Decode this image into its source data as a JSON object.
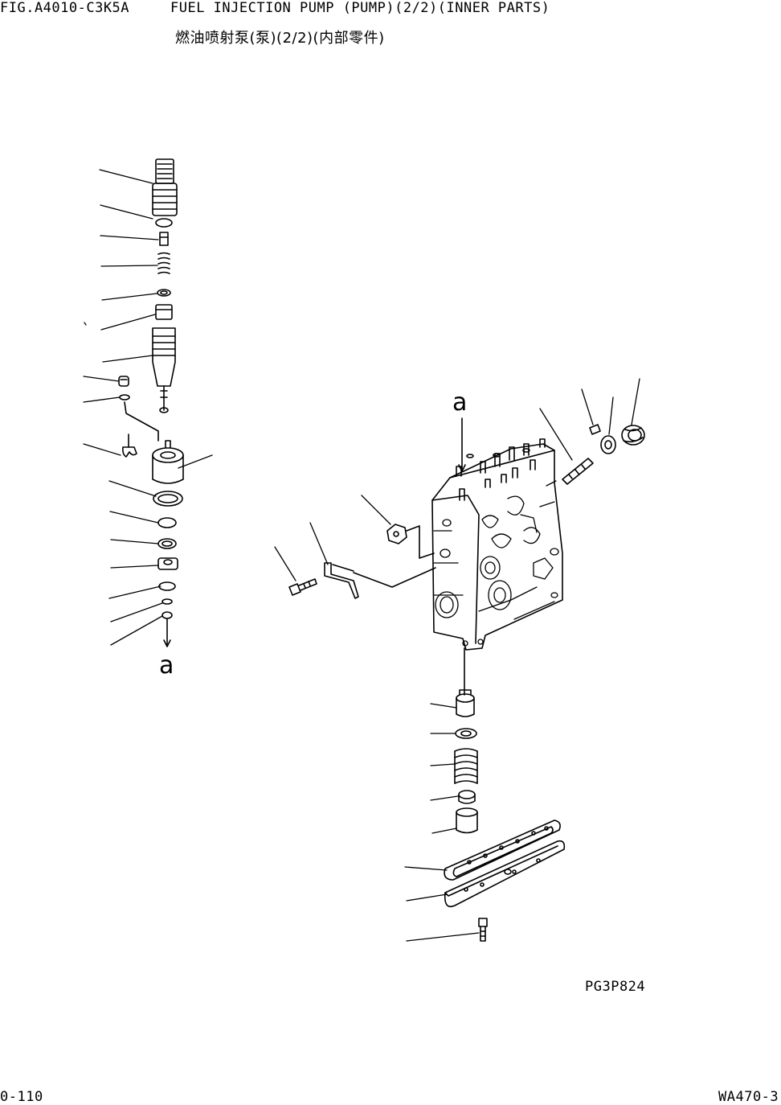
{
  "header": {
    "figure_code": "FIG.A4010-C3K5A",
    "title_en": "FUEL INJECTION PUMP (PUMP)(2/2)(INNER PARTS)",
    "title_cn": "燃油喷射泵(泵)(2/2)(内部零件)"
  },
  "callouts": {
    "ref_top": "a",
    "ref_bottom": "a"
  },
  "footer": {
    "drawing_code": "PG3P824",
    "page_number": "0-110",
    "model_code": "WA470-3"
  }
}
